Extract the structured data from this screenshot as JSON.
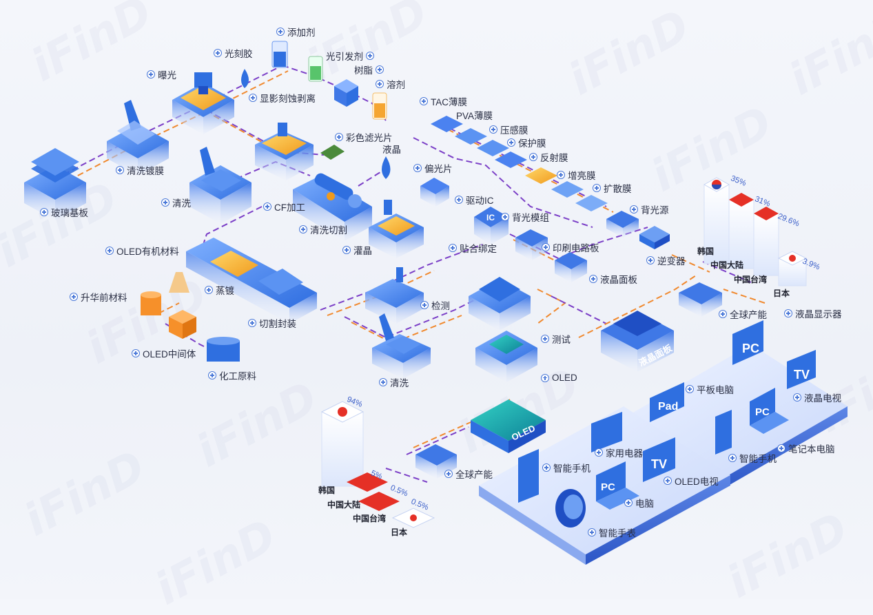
{
  "watermark": "iFinD",
  "nodes": {
    "glass_substrate": "玻璃基板",
    "clean_coating": "清洗镀膜",
    "exposure": "曝光",
    "photoresist": "光刻胶",
    "develop_etch_strip": "显影刻蚀剥离",
    "additive": "添加剂",
    "photoinitiator": "光引发剂",
    "resin": "树脂",
    "solvent": "溶剂",
    "color_filter": "彩色滤光片",
    "liquid_crystal": "液晶",
    "clean_1": "清洗",
    "cf_process": "CF加工",
    "clean_cut": "清洗切割",
    "fill_crystal": "灌晶",
    "oled_organic": "OLED有机材料",
    "sublimation_precursor": "升华前材料",
    "evaporation": "蒸镀",
    "cut_encapsulate": "切割封装",
    "oled_intermediate": "OLED中间体",
    "chemical_raw": "化工原料",
    "inspection": "检测",
    "clean_2": "清洗",
    "tac_film": "TAC薄膜",
    "pva_film": "PVA薄膜",
    "pressure_film": "压感膜",
    "protect_film": "保护膜",
    "reflect_film": "反射膜",
    "brighten_film": "增亮膜",
    "diffuse_film": "扩散膜",
    "polarizer": "偏光片",
    "driver_ic": "驱动IC",
    "backlight_source": "背光源",
    "backlight_module": "背光模组",
    "bonding": "贴合绑定",
    "pcb": "印刷电路板",
    "inverter": "逆变器",
    "lc_panel": "液晶面板",
    "test": "测试",
    "oled": "OLED",
    "global_capacity_lcd": "全球产能",
    "lcd_display": "液晶显示器",
    "global_capacity_oled": "全球产能"
  },
  "devices": {
    "tablet": "平板电脑",
    "lcd_tv": "液晶电视",
    "laptop": "笔记本电脑",
    "smartphone_lcd": "智能手机",
    "home_appliance": "家用电器",
    "smartphone_oled": "智能手机",
    "oled_tv": "OLED电视",
    "computer": "电脑",
    "smartwatch": "智能手表"
  },
  "device_screen_text": {
    "pc": "PC",
    "tv": "TV",
    "pad": "Pad",
    "lc_panel_block": "液晶面板",
    "oled_chip": "OLED",
    "ic_chip": "IC"
  },
  "lcd_capacity": {
    "countries": [
      "韩国",
      "中国大陆",
      "中国台湾",
      "日本"
    ],
    "values": [
      "35%",
      "31%",
      "29.6%",
      "3.9%"
    ]
  },
  "oled_capacity": {
    "countries": [
      "韩国",
      "中国大陆",
      "中国台湾",
      "日本"
    ],
    "values": [
      "94%",
      "5%",
      "0.5%",
      "0.5%"
    ]
  },
  "colors": {
    "blue": "#2f6fe0",
    "deep_blue": "#1f4fc4",
    "platform": "#5d86e6",
    "line_purple": "#7b3fc7",
    "line_orange": "#f0892e",
    "flag_red": "#e53026",
    "gold": "#f5c242"
  }
}
